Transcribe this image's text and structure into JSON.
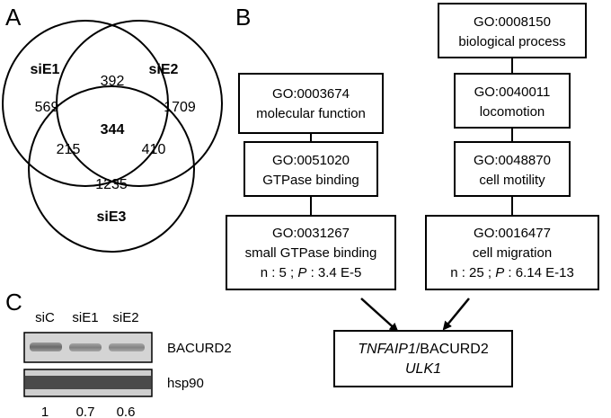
{
  "panels": {
    "a": "A",
    "b": "B",
    "c": "C"
  },
  "venn": {
    "set1": "siE1",
    "set2": "siE2",
    "set3": "siE3",
    "only1": "569",
    "only2": "1709",
    "only3": "1235",
    "s12": "392",
    "s13": "215",
    "s23": "410",
    "s123": "344"
  },
  "go_tree": {
    "bp_root": {
      "id": "GO:0008150",
      "name": "biological process"
    },
    "mf_root": {
      "id": "GO:0003674",
      "name": "molecular function"
    },
    "locomotion": {
      "id": "GO:0040011",
      "name": "locomotion"
    },
    "gtpase": {
      "id": "GO:0051020",
      "name": "GTPase binding"
    },
    "motility": {
      "id": "GO:0048870",
      "name": "cell motility"
    },
    "small_gtpase": {
      "id": "GO:0031267",
      "name": "small GTPase binding",
      "n_label": "n : 5 ; ",
      "p_label": "P",
      "p_value": " : 3.4 E-5"
    },
    "migration": {
      "id": "GO:0016477",
      "name": "cell migration",
      "n_label": "n : 25 ; ",
      "p_label": "P",
      "p_value": " : 6.14 E-13"
    },
    "result": {
      "gene1": "TNFAIP1",
      "gene1_suffix": "/BACURD2",
      "gene2": "ULK1"
    }
  },
  "blot": {
    "lanes": [
      "siC",
      "siE1",
      "siE2"
    ],
    "rows": [
      "BACURD2",
      "hsp90"
    ],
    "quant": [
      "1",
      "0.7",
      "0.6"
    ]
  }
}
